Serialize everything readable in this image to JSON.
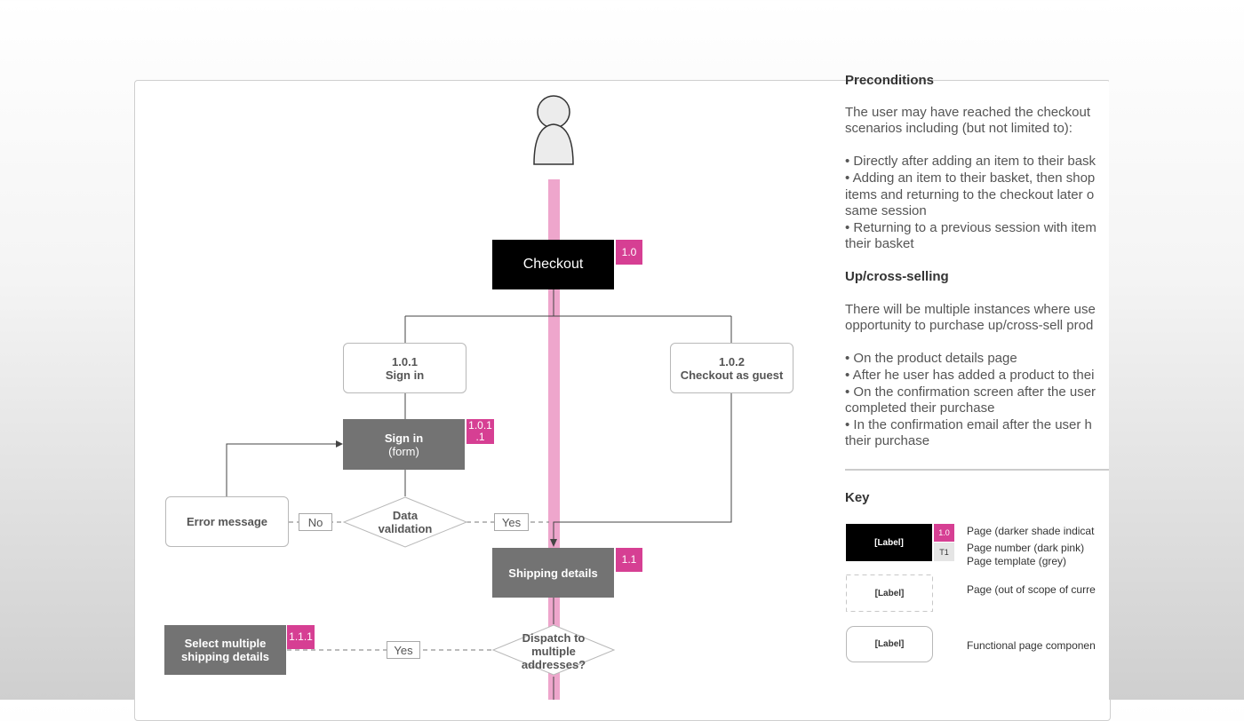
{
  "nodes": {
    "checkout": {
      "label": "Checkout",
      "badge": "1.0"
    },
    "sign_in": {
      "number": "1.0.1",
      "label": "Sign in"
    },
    "guest": {
      "number": "1.0.2",
      "label": "Checkout as guest"
    },
    "sign_in_form": {
      "label": "Sign in",
      "sub": "(form)",
      "badge_line1": "1.0.1",
      "badge_line2": ".1"
    },
    "error": {
      "label": "Error message"
    },
    "validation": {
      "line1": "Data",
      "line2": "validation"
    },
    "shipping": {
      "label": "Shipping details",
      "badge": "1.1"
    },
    "dispatch": {
      "line1": "Dispatch to",
      "line2": "multiple",
      "line3": "addresses?"
    },
    "multi_ship": {
      "line1": "Select multiple",
      "line2": "shipping details",
      "badge": "1.1.1"
    }
  },
  "edge_labels": {
    "no": "No",
    "yes1": "Yes",
    "yes2": "Yes"
  },
  "notes": {
    "preconditions_heading": "Preconditions",
    "pre_p1_l1": "The user may have reached the checkout",
    "pre_p1_l2": "scenarios including (but not limited to):",
    "pre_b1": "• Directly after adding an item to their bask",
    "pre_b2_l1": "• Adding an item to their basket, then shop",
    "pre_b2_l2": "items and returning to the checkout later o",
    "pre_b2_l3": "same session",
    "pre_b3_l1": "• Returning to a previous session with item",
    "pre_b3_l2": "their basket",
    "upsell_heading": "Up/cross-selling",
    "up_p1_l1": "There will be multiple instances where use",
    "up_p1_l2": "opportunity to purchase up/cross-sell prod",
    "up_b1": "• On the product details page",
    "up_b2": "• After he user has added a product to thei",
    "up_b3_l1": "• On the confirmation screen after the user",
    "up_b3_l2": "completed their purchase",
    "up_b4_l1": "• In the confirmation email after the user h",
    "up_b4_l2": "their purchase"
  },
  "key": {
    "heading": "Key",
    "label": "[Label]",
    "badge_num": "1.0",
    "badge_tpl": "T1",
    "page_desc_l1": "Page (darker shade indicat",
    "page_desc_l2": "Page number (dark pink)",
    "page_desc_l3": "Page template (grey)",
    "oos_desc": "Page (out of scope of curre",
    "func_desc": "Functional page componen"
  },
  "colors": {
    "pink_track": "#eea6cc",
    "badge": "#d63f93",
    "grey_node": "#737373"
  }
}
